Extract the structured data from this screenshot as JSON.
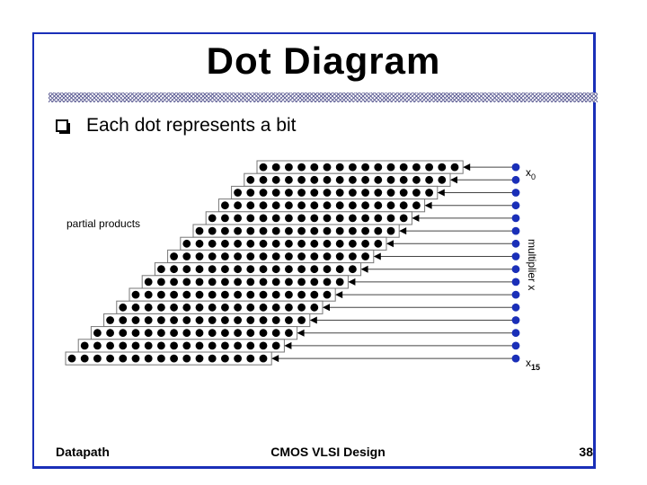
{
  "slide": {
    "title": "Dot Diagram",
    "bullet": "Each dot represents a bit"
  },
  "diagram": {
    "partial_products_label": "partial products",
    "multiplier_label": "multiplier x",
    "x_first": {
      "base": "x",
      "sub": "0"
    },
    "x_last": {
      "base": "x",
      "sub": "15"
    },
    "rows": 16,
    "dots_per_row": 16
  },
  "footer": {
    "left": "Datapath",
    "center": "CMOS VLSI Design",
    "right": "38"
  }
}
